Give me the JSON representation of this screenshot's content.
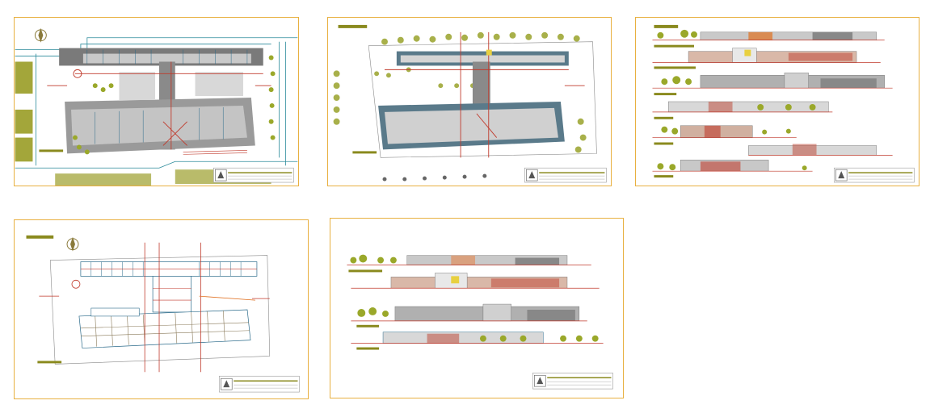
{
  "sheets": [
    {
      "id": "sheet-1",
      "kind": "site-plan"
    },
    {
      "id": "sheet-2",
      "kind": "site-plan-trees"
    },
    {
      "id": "sheet-3",
      "kind": "elevations"
    },
    {
      "id": "sheet-4",
      "kind": "ground-floor-plan"
    },
    {
      "id": "sheet-5",
      "kind": "elevations"
    }
  ],
  "colors": {
    "sheet_border": "#e8b040",
    "olive": "#8a8a1e",
    "tree": "#9aa82a",
    "red": "#c0392b",
    "teal": "#2a8a9a",
    "grey": "#6a6a6a",
    "orange": "#e07020"
  },
  "icons": [
    "north-arrow-icon",
    "title-block-logo-icon",
    "section-marker-icon",
    "tree-icon"
  ]
}
